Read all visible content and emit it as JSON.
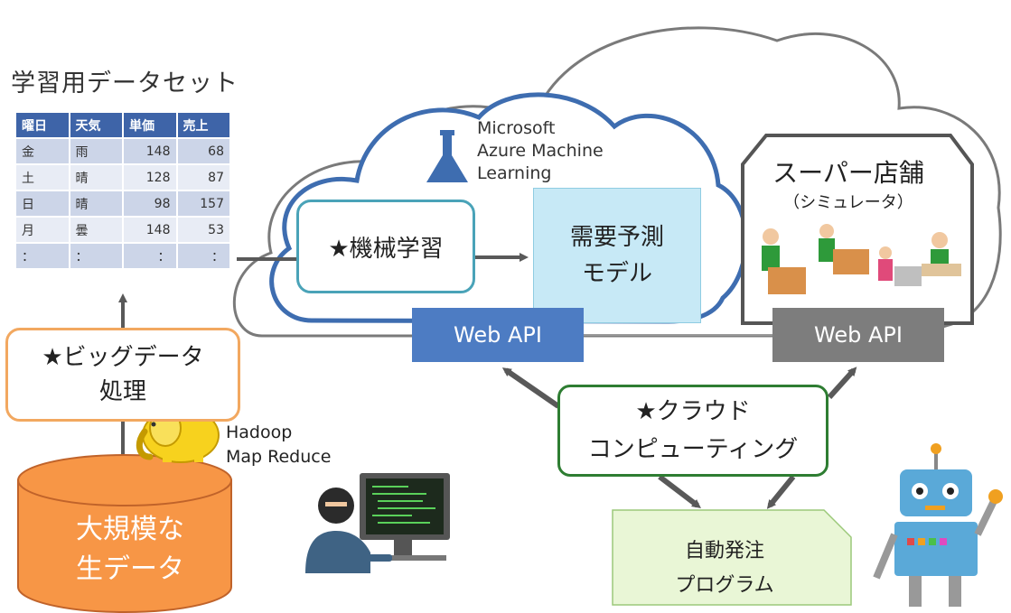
{
  "dataset": {
    "title": "学習用データセット",
    "headers": [
      "曜日",
      "天気",
      "単価",
      "売上"
    ],
    "rows": [
      [
        "金",
        "雨",
        "148",
        "68"
      ],
      [
        "土",
        "晴",
        "128",
        "87"
      ],
      [
        "日",
        "晴",
        "98",
        "157"
      ],
      [
        "月",
        "曇",
        "148",
        "53"
      ],
      [
        "：",
        "：",
        "：",
        "："
      ]
    ]
  },
  "cloud": {
    "service": "Microsoft\nAzure Machine\nLearning"
  },
  "ml_box": {
    "label": "★機械学習"
  },
  "model_box": {
    "label": "需要予測\nモデル"
  },
  "web_api_left": {
    "label": "Web API"
  },
  "web_api_right": {
    "label": "Web API"
  },
  "supermarket": {
    "title": "スーパー店舗",
    "subtitle": "（シミュレータ）"
  },
  "bigdata_box": {
    "label": "★ビッグデータ\n処理"
  },
  "hadoop": {
    "label": "Hadoop\nMap Reduce"
  },
  "database": {
    "label": "大規模な\n生データ"
  },
  "cloud_computing_box": {
    "label": "★クラウド\nコンピューティング"
  },
  "program": {
    "label": "自動発注\nプログラム"
  },
  "colors": {
    "azure_blue": "#3e6db0",
    "web_api_blue": "#4d7cc3",
    "web_api_gray": "#7d7d7d",
    "database_orange": "#f79646",
    "bigdata_border": "#f2a860",
    "cloud_computing_border": "#2e7d32",
    "model_fill": "#c7e9f6",
    "program_fill": "#e9f6d6",
    "arrow": "#595959"
  },
  "icons": [
    "flask-icon",
    "elephant-icon",
    "programmer-icon",
    "robot-icon",
    "store-staff-icon"
  ]
}
